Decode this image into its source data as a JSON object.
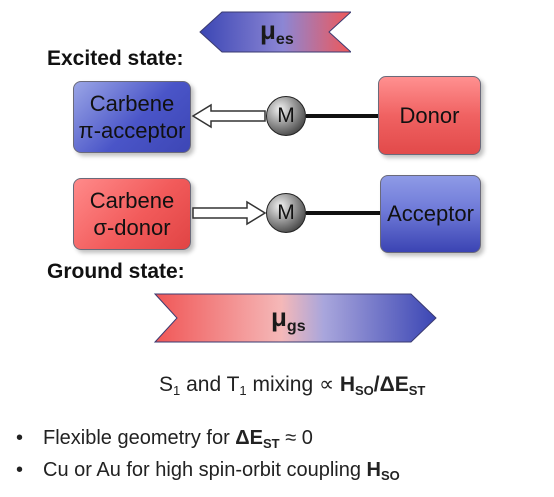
{
  "dipole_excited": {
    "symbol": "μ",
    "subscript": "es",
    "colors": {
      "left": "#3f4ab8",
      "right": "#ee5a5a"
    }
  },
  "excited_label": "Excited state:",
  "excited_row": {
    "ligand_line1": "Carbene",
    "ligand_line2": "π-acceptor",
    "metal": "M",
    "partner": "Donor"
  },
  "ground_row": {
    "ligand_line1": "Carbene",
    "ligand_line2": "σ-donor",
    "metal": "M",
    "partner": "Acceptor"
  },
  "ground_label": "Ground state:",
  "dipole_ground": {
    "symbol": "μ",
    "subscript": "gs",
    "colors": {
      "left": "#ee5a5a",
      "right": "#3f4ab8"
    }
  },
  "mixing": {
    "s": "S",
    "s_sub": "1",
    "and": " and T",
    "t_sub": "1",
    "mixing_text": " mixing ∝ ",
    "h": "H",
    "h_sub": "SO",
    "slash": "/",
    "de": "ΔE",
    "de_sub": "ST"
  },
  "bullets": [
    {
      "text": "Flexible geometry for ",
      "bold": "ΔE",
      "bold_sub": "ST",
      "tail": " ≈ 0"
    },
    {
      "text": "Cu or Au for high spin-orbit coupling ",
      "bold": "H",
      "bold_sub": "SO",
      "tail": ""
    }
  ]
}
